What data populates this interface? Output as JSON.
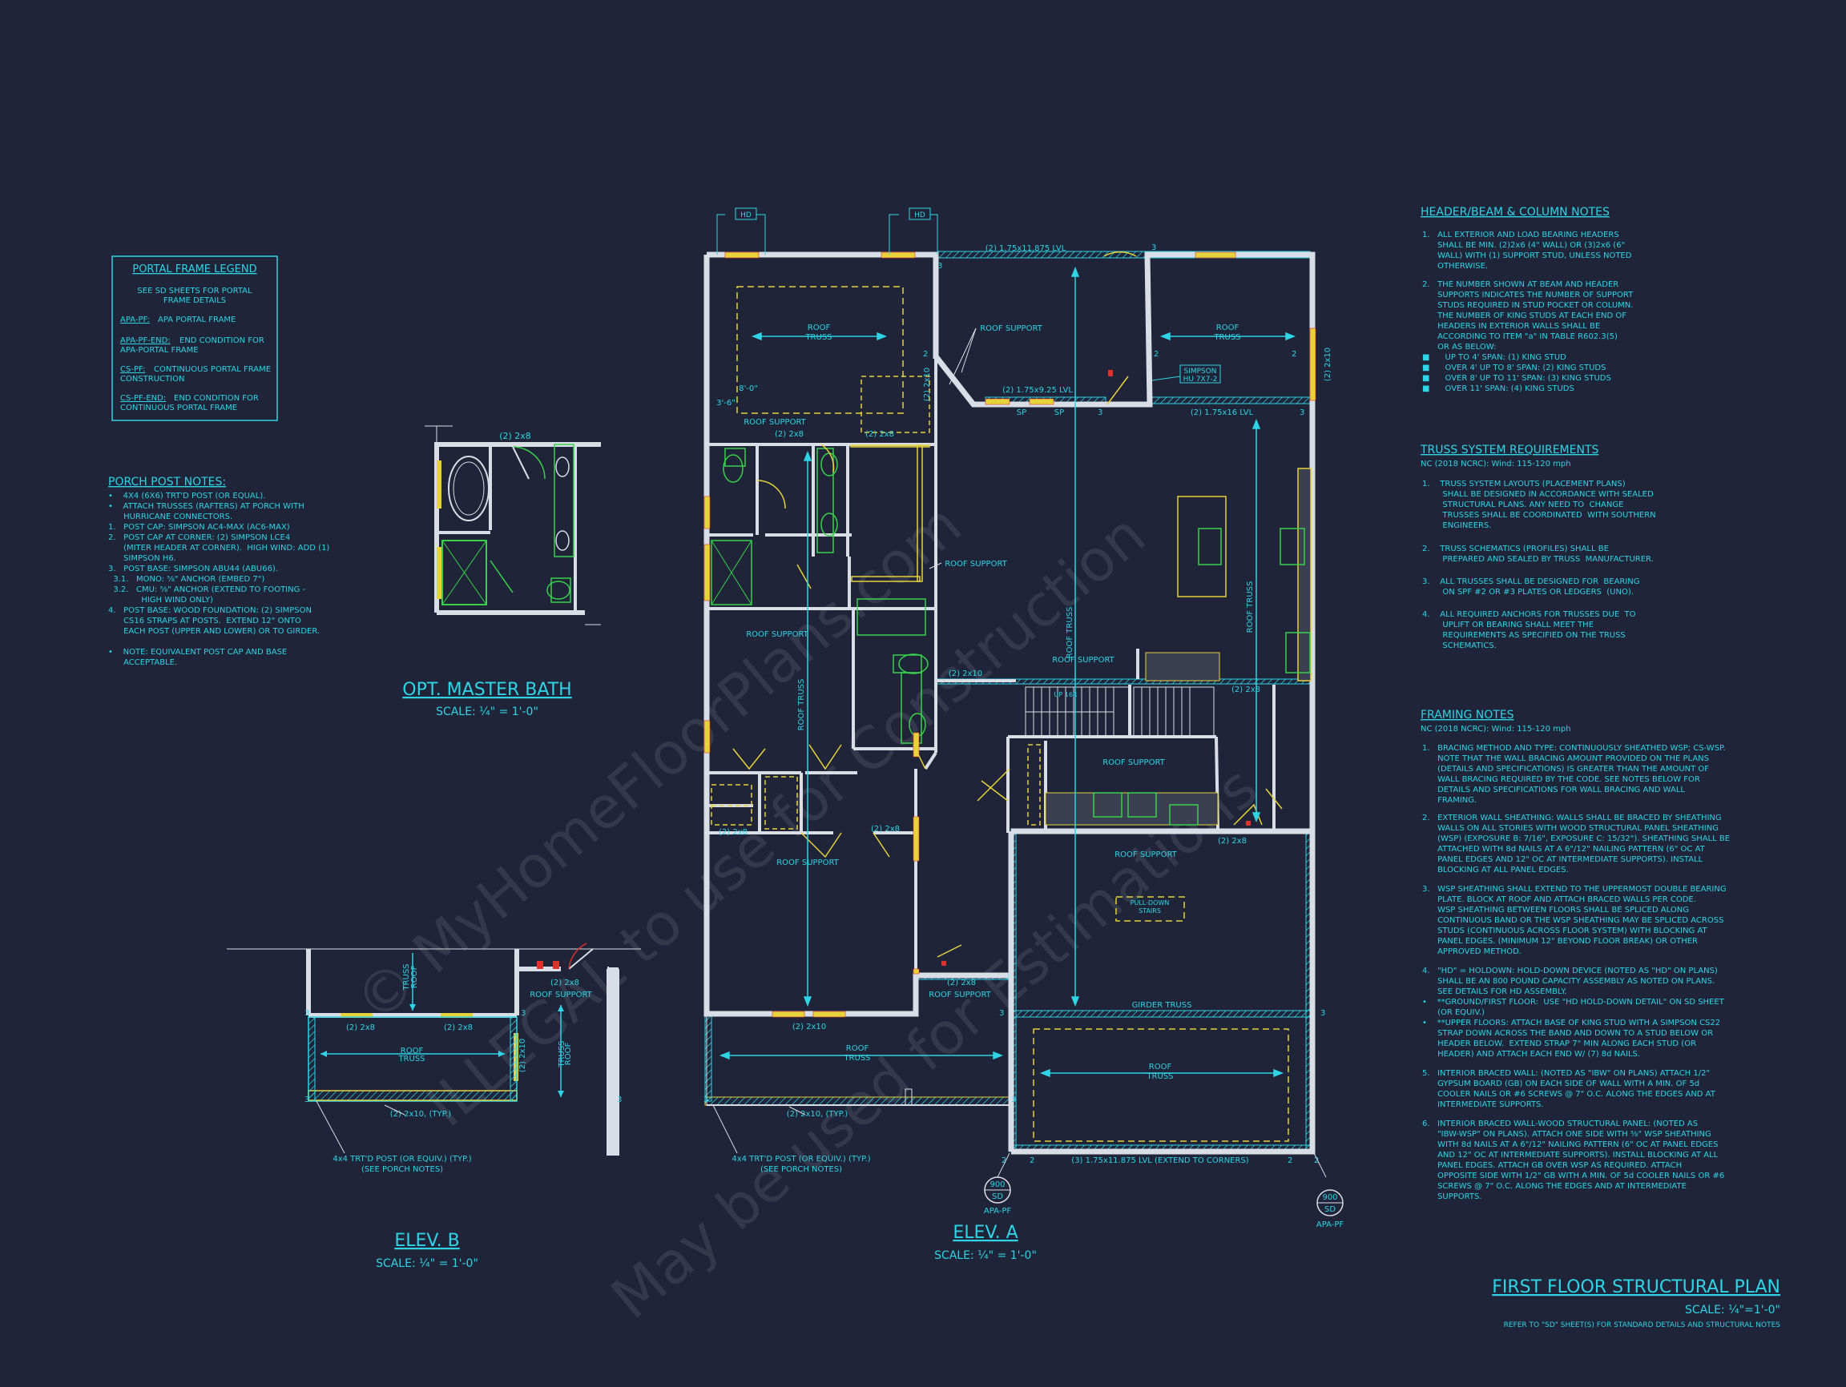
{
  "colors": {
    "background": "#1f2438",
    "cyan": "#2fd4e6",
    "wall": "#d9dde6",
    "yellow": "#e6d23a",
    "green": "#38d24a",
    "red": "#e0302a",
    "watermark": "#3a3f52"
  },
  "watermark": {
    "line1": "© MyHomeFloorPlans.com",
    "line2": "ILLEGAL to use for Construction",
    "line3": "May be used for Estimations"
  },
  "portal_legend": {
    "title": "PORTAL FRAME LEGEND",
    "intro1": "SEE SD SHEETS FOR PORTAL",
    "intro2": "FRAME DETAILS",
    "apa_pf_key": "APA-PF:",
    "apa_pf_text": "APA PORTAL FRAME",
    "apa_pf_end_key": "APA-PF-END:",
    "apa_pf_end_text1": "END CONDITION FOR",
    "apa_pf_end_text2": "APA-PORTAL FRAME",
    "cs_pf_key": "CS-PF:",
    "cs_pf_text1": "CONTINUOUS PORTAL FRAME",
    "cs_pf_text2": "CONSTRUCTION",
    "cs_pf_end_key": "CS-PF-END:",
    "cs_pf_end_text1": "END CONDITION FOR",
    "cs_pf_end_text2": "CONTINUOUS PORTAL FRAME"
  },
  "porch_notes": {
    "title": "PORCH POST NOTES:",
    "lines": [
      "•    4X4 (6X6) TRT'D POST (OR EQUAL).",
      "•    ATTACH TRUSSES (RAFTERS) AT PORCH WITH",
      "      HURRICANE CONNECTORS.",
      "1.   POST CAP: SIMPSON AC4-MAX (AC6-MAX)",
      "2.   POST CAP AT CORNER: (2) SIMPSON LCE4",
      "      (MITER HEADER AT CORNER).  HIGH WIND: ADD (1)",
      "      SIMPSON H6.",
      "3.   POST BASE: SIMPSON ABU44 (ABU66).",
      "  3.1.   MONO: ⅝\" ANCHOR (EMBED 7\")",
      "  3.2.   CMU: ⅝\" ANCHOR (EXTEND TO FOOTING -",
      "             HIGH WIND ONLY)",
      "4.   POST BASE: WOOD FOUNDATION: (2) SIMPSON",
      "      CS16 STRAPS AT POSTS.  EXTEND 12\" ONTO",
      "      EACH POST (UPPER AND LOWER) OR TO GIRDER.",
      "",
      "•    NOTE: EQUIVALENT POST CAP AND BASE",
      "      ACCEPTABLE."
    ]
  },
  "master_bath": {
    "title": "OPT. MASTER BATH",
    "scale": "SCALE: ¼\" = 1'-0\"",
    "header": "(2) 2x8"
  },
  "elev_b": {
    "title": "ELEV. B",
    "scale": "SCALE: ¼\" = 1'-0\"",
    "h1": "(2) 2x8",
    "h2": "(2) 2x8",
    "h3": "(2) 2x8",
    "h4": "(2) 2x10",
    "roof_truss_a": "ROOF",
    "roof_truss_b": "TRUSS",
    "roof_support": "ROOF SUPPORT",
    "beam": "(2) 2x10, (TYP.)",
    "post1": "4x4 TRT'D POST (OR EQUIV.) (TYP.)",
    "post2": "(SEE PORCH NOTES)",
    "num3": "3"
  },
  "elev_a": {
    "title": "ELEV. A",
    "scale": "SCALE: ¼\" = 1'-0\"",
    "hd": "HD",
    "lvl_top": "(2) 1.75x11.875 LVL",
    "lvl_mid": "(2) 1.75x9.25 LVL",
    "lvl_right": "(2) 1.75x16 LVL",
    "lvl_bottom": "(3) 1.75x11.875 LVL (EXTEND TO CORNERS)",
    "roof_support": "ROOF SUPPORT",
    "roof": "ROOF",
    "truss": "TRUSS",
    "roof_truss": "ROOF TRUSS",
    "girder_truss": "GIRDER TRUSS",
    "h_2x8": "(2) 2x8",
    "h_2x10": "(2) 2x10",
    "simpson_a": "SIMPSON",
    "simpson_b": "HU 7X7-2",
    "sp": "SP",
    "dim_8_0": "8'-0\"",
    "dim_3_6": "3'-6\"",
    "up": "UP 16R",
    "pulldown_a": "PULL-DOWN",
    "pulldown_b": "STAIRS",
    "beam_typ": "(2) 2x10, (TYP.)",
    "post1": "4x4 TRT'D POST (OR EQUIV.) (TYP.)",
    "post2": "(SEE PORCH NOTES)",
    "bubble_top": "900",
    "bubble_bot": "SD",
    "apa_pf": "APA-PF",
    "n2": "2",
    "n3": "3"
  },
  "header_notes": {
    "title": "HEADER/BEAM & COLUMN NOTES",
    "lines": [
      "1.   ALL EXTERIOR AND LOAD BEARING HEADERS",
      "      SHALL BE MIN. (2)2x6 (4\" WALL) OR (3)2x6 (6\"",
      "      WALL) WITH (1) SUPPORT STUD, UNLESS NOTED",
      "      OTHERWISE.",
      "",
      "2.   THE NUMBER SHOWN AT BEAM AND HEADER",
      "      SUPPORTS INDICATES THE NUMBER OF SUPPORT",
      "      STUDS REQUIRED IN STUD POCKET OR COLUMN.",
      "      THE NUMBER OF KING STUDS AT EACH END OF",
      "      HEADERS IN EXTERIOR WALLS SHALL BE",
      "      ACCORDING TO ITEM \"a\" IN TABLE R602.3(5)",
      "      OR AS BELOW:",
      "■      UP TO 4' SPAN: (1) KING STUD",
      "■      OVER 4' UP TO 8' SPAN: (2) KING STUDS",
      "■      OVER 8' UP TO 11' SPAN: (3) KING STUDS",
      "■      OVER 11' SPAN: (4) KING STUDS"
    ]
  },
  "truss_notes": {
    "title": "TRUSS SYSTEM REQUIREMENTS",
    "subtitle": "NC (2018 NCRC): Wind: 115-120 mph",
    "lines": [
      "1.    TRUSS SYSTEM LAYOUTS (PLACEMENT PLANS)",
      "        SHALL BE DESIGNED IN ACCORDANCE WITH SEALED",
      "        STRUCTURAL PLANS. ANY NEED TO  CHANGE",
      "        TRUSSES SHALL BE COORDINATED  WITH SOUTHERN",
      "        ENGINEERS.",
      "",
      "2.    TRUSS SCHEMATICS (PROFILES) SHALL BE",
      "        PREPARED AND SEALED BY TRUSS  MANUFACTURER.",
      "",
      "3.    ALL TRUSSES SHALL BE DESIGNED FOR  BEARING",
      "        ON SPF #2 OR #3 PLATES OR LEDGERS  (UNO).",
      "",
      "4.    ALL REQUIRED ANCHORS FOR TRUSSES DUE  TO",
      "        UPLIFT OR BEARING SHALL MEET THE",
      "        REQUIREMENTS AS SPECIFIED ON THE TRUSS",
      "        SCHEMATICS."
    ]
  },
  "framing_notes": {
    "title": "FRAMING NOTES",
    "subtitle": "NC (2018 NCRC): Wind: 115-120 mph",
    "lines": [
      "1.   BRACING METHOD AND TYPE: CONTINUOUSLY SHEATHED WSP; CS-WSP.",
      "      NOTE THAT THE WALL BRACING AMOUNT PROVIDED ON THE PLANS",
      "      (DETAILS AND SPECIFICATIONS) IS GREATER THAN THE AMOUNT OF",
      "      WALL BRACING REQUIRED BY THE CODE. SEE NOTES BELOW FOR",
      "      DETAILS AND SPECIFICATIONS FOR WALL BRACING AND WALL",
      "      FRAMING.",
      "",
      "2.   EXTERIOR WALL SHEATHING: WALLS SHALL BE BRACED BY SHEATHING",
      "      WALLS ON ALL STORIES WITH WOOD STRUCTURAL PANEL SHEATHING",
      "      (WSP) (EXPOSURE B: 7/16\", EXPOSURE C: 15/32\"). SHEATHING SHALL BE",
      "      ATTACHED WITH 8d NAILS AT A 6\"/12\" NAILING PATTERN (6\" OC AT",
      "      PANEL EDGES AND 12\" OC AT INTERMEDIATE SUPPORTS). INSTALL",
      "      BLOCKING AT ALL PANEL EDGES.",
      "",
      "3.   WSP SHEATHING SHALL EXTEND TO THE UPPERMOST DOUBLE BEARING",
      "      PLATE. BLOCK AT ROOF AND ATTACH BRACED WALLS PER CODE.",
      "      WSP SHEATHING BETWEEN FLOORS SHALL BE SPLICED ALONG",
      "      CONTINUOUS BAND OR THE WSP SHEATHING MAY BE SPLICED ACROSS",
      "      STUDS (CONTINUOUS ACROSS FLOOR SYSTEM) WITH BLOCKING AT",
      "      PANEL EDGES. (MINIMUM 12\" BEYOND FLOOR BREAK) OR OTHER",
      "      APPROVED METHOD.",
      "",
      "4.   \"HD\" = HOLDOWN: HOLD-DOWN DEVICE (NOTED AS \"HD\" ON PLANS)",
      "      SHALL BE AN 800 POUND CAPACITY ASSEMBLY AS NOTED ON PLANS.",
      "      SEE DETAILS FOR HD ASSEMBLY.",
      "•    **GROUND/FIRST FLOOR:  USE \"HD HOLD-DOWN DETAIL\" ON SD SHEET",
      "      (OR EQUIV.)",
      "•    **UPPER FLOORS: ATTACH BASE OF KING STUD WITH A SIMPSON CS22",
      "      STRAP DOWN ACROSS THE BAND AND DOWN TO A STUD BELOW OR",
      "      HEADER BELOW.  EXTEND STRAP 7\" MIN ALONG EACH STUD (OR",
      "      HEADER) AND ATTACH EACH END W/ (7) 8d NAILS.",
      "",
      "5.   INTERIOR BRACED WALL: (NOTED AS \"IBW\" ON PLANS) ATTACH 1/2\"",
      "      GYPSUM BOARD (GB) ON EACH SIDE OF WALL WITH A MIN. OF 5d",
      "      COOLER NAILS OR #6 SCREWS @ 7\" O.C. ALONG THE EDGES AND AT",
      "      INTERMEDIATE SUPPORTS.",
      "",
      "6.   INTERIOR BRACED WALL-WOOD STRUCTURAL PANEL: (NOTED AS",
      "      \"IBW-WSP\" ON PLANS). ATTACH ONE SIDE WITH ⅜\" WSP SHEATHING",
      "      WITH 8d NAILS AT A 6\"/12\" NAILING PATTERN (6\" OC AT PANEL EDGES",
      "      AND 12\" OC AT INTERMEDIATE SUPPORTS). INSTALL BLOCKING AT ALL",
      "      PANEL EDGES. ATTACH GB OVER WSP AS REQUIRED. ATTACH",
      "      OPPOSITE SIDE WITH 1/2\" GB WITH A MIN. OF 5d COOLER NAILS OR #6",
      "      SCREWS @ 7\" O.C. ALONG THE EDGES AND AT INTERMEDIATE",
      "      SUPPORTS."
    ]
  },
  "plan_title": {
    "title": "FIRST FLOOR STRUCTURAL PLAN",
    "scale": "SCALE: ¼\"=1'-0\"",
    "note": "REFER TO \"SD\" SHEET(S) FOR STANDARD DETAILS AND STRUCTURAL NOTES"
  }
}
